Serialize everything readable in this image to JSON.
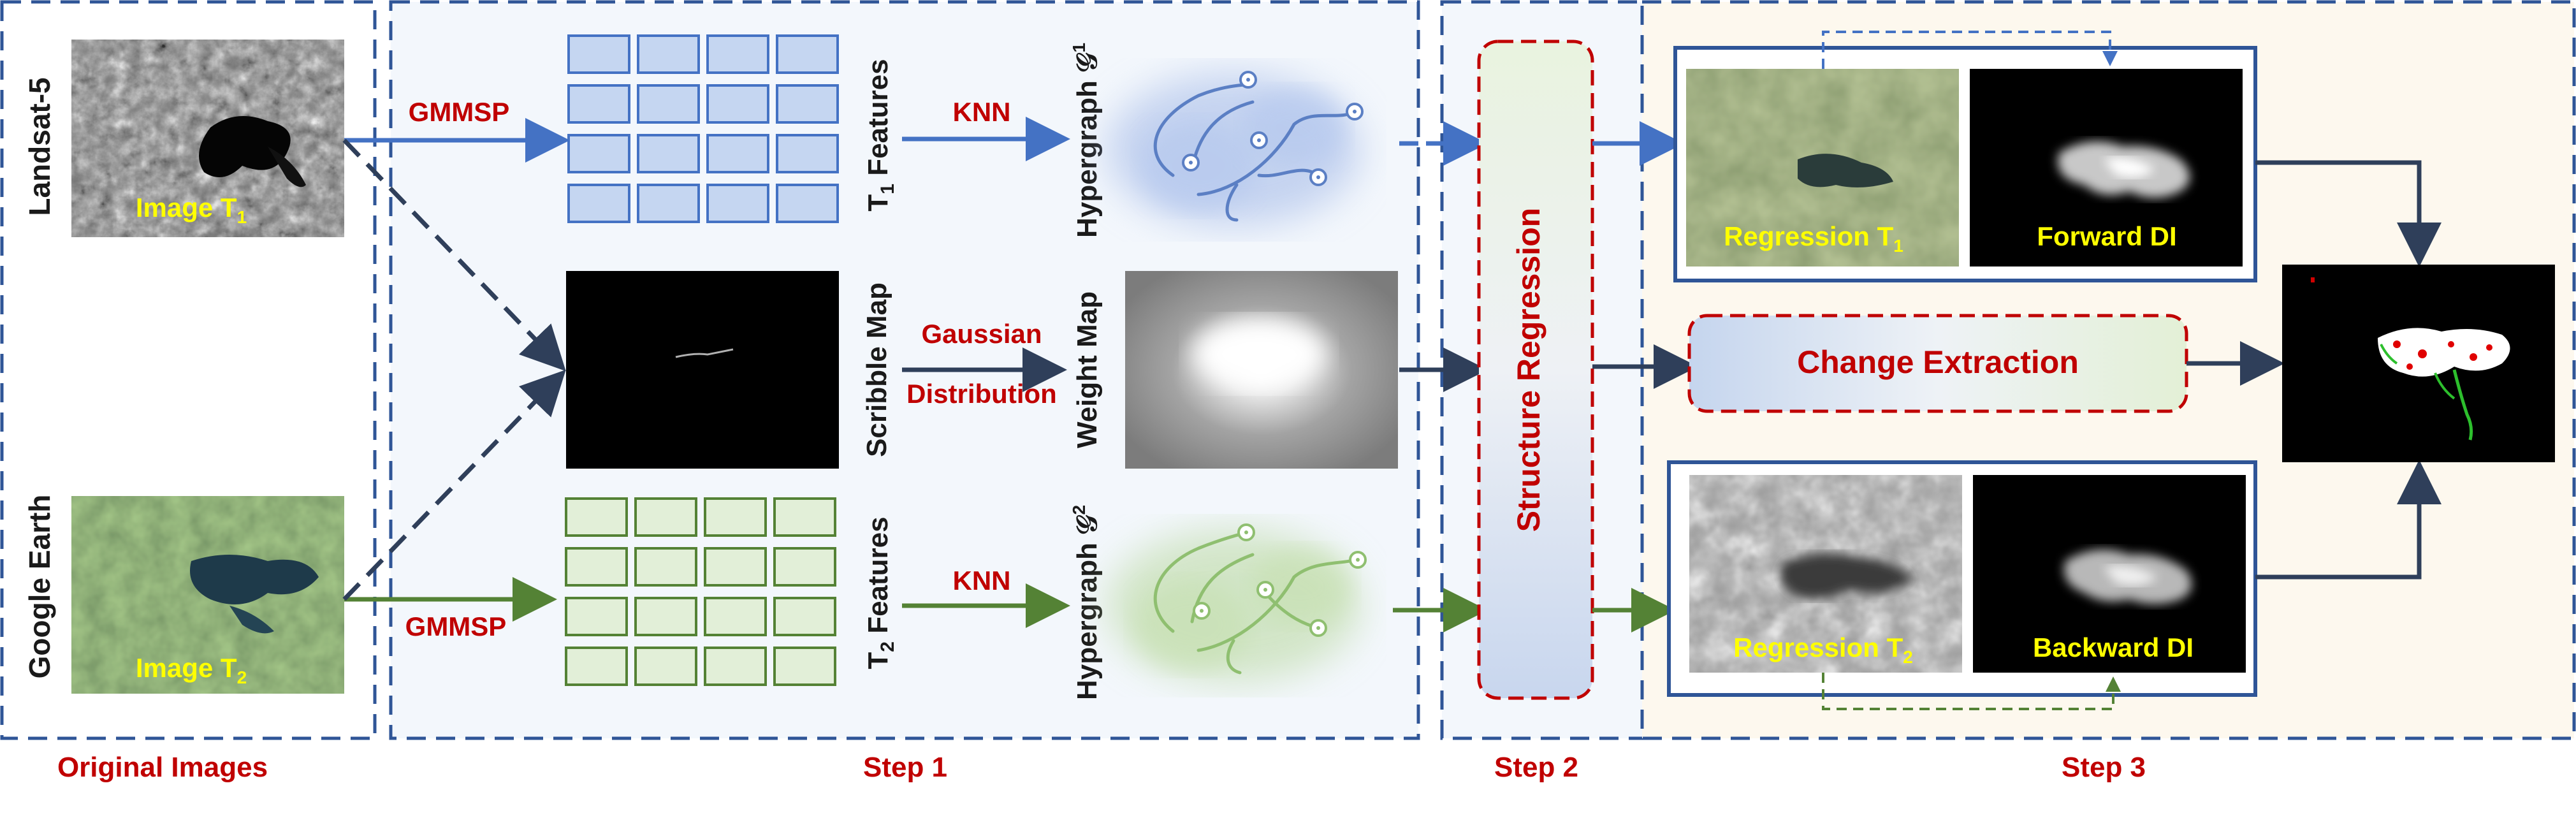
{
  "colors": {
    "blue": "#4472c4",
    "green": "#548235",
    "dark_red": "#c00000",
    "navy": "#2f3f5a",
    "panel_blue": "#f2f6fc",
    "panel_cream": "#fdf8ee",
    "yellow": "#ffff00"
  },
  "sections": {
    "original": "Original Images",
    "step1": "Step 1",
    "step2": "Step 2",
    "step3": "Step 3"
  },
  "inputs": {
    "top_sensor": "Landsat-5",
    "bottom_sensor": "Google Earth",
    "top_image_base": "Image T",
    "top_image_sub": "1",
    "bottom_image_base": "Image T",
    "bottom_image_sub": "2"
  },
  "step1": {
    "gmmsp_top": "GMMSP",
    "gmmsp_bottom": "GMMSP",
    "t1_features_base": "T",
    "t1_features_sub": "1",
    "t1_features_rest": " Features",
    "t2_features_base": "T",
    "t2_features_sub": "2",
    "t2_features_rest": " Features",
    "knn_top": "KNN",
    "knn_bottom": "KNN",
    "hypergraph1_base": "Hypergraph 𝒢",
    "hypergraph1_sup": "1",
    "hypergraph2_base": "Hypergraph 𝒢",
    "hypergraph2_sup": "2",
    "scribble_map": "Scribble Map",
    "gaussian": "Gaussian",
    "distribution": "Distribution",
    "weight_map": "Weight Map"
  },
  "step2": {
    "structure_regression": "Structure Regression"
  },
  "step3": {
    "regression_t1_base": "Regression T",
    "regression_t1_sub": "1",
    "forward_di": "Forward DI",
    "regression_t2_base": "Regression T",
    "regression_t2_sub": "2",
    "backward_di": "Backward DI",
    "change_extraction": "Change Extraction"
  }
}
